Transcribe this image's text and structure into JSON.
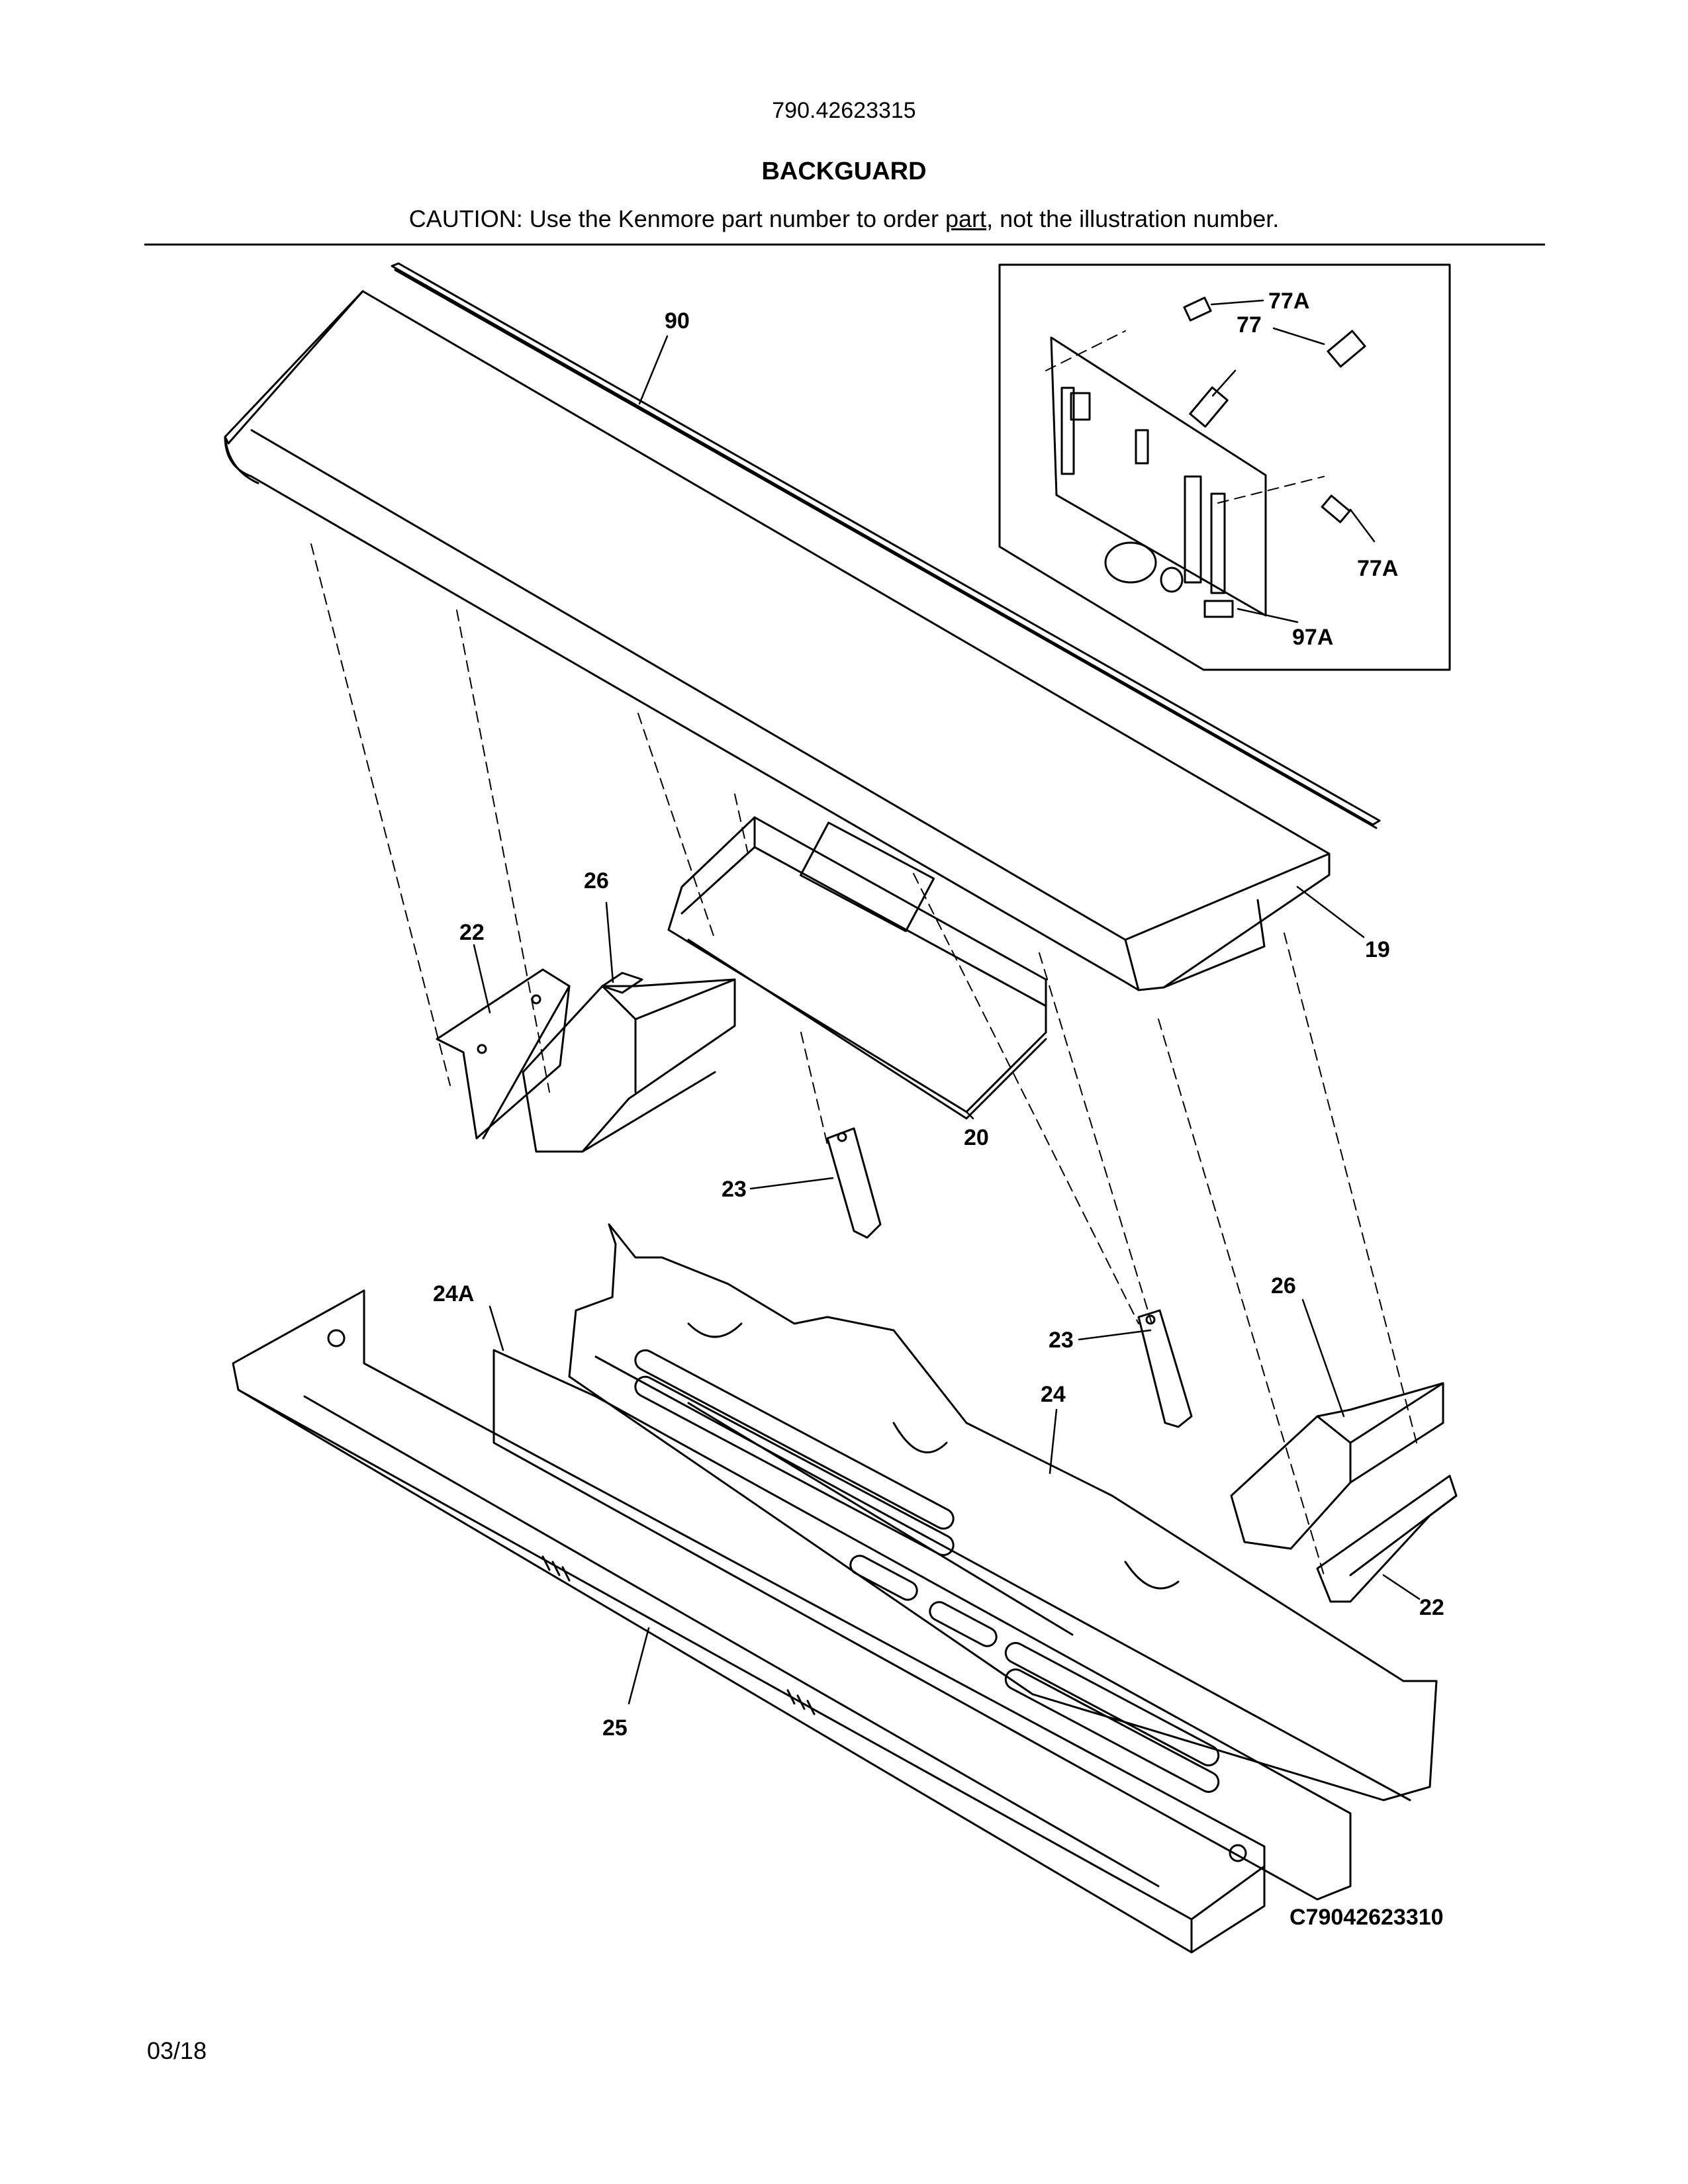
{
  "header": {
    "model_number": "790.42623315",
    "title": "BACKGUARD",
    "caution_prefix": "CAUTION: Use the Kenmore part number to order ",
    "caution_underlined": "part",
    "caution_suffix": ", not the illustration number."
  },
  "callouts": {
    "c90": "90",
    "c77A_top": "77A",
    "c77": "77",
    "c77A_bottom": "77A",
    "c97A": "97A",
    "c26_left": "26",
    "c22_left": "22",
    "c19": "19",
    "c20": "20",
    "c23_left": "23",
    "c24A": "24A",
    "c23_right": "23",
    "c24": "24",
    "c26_right": "26",
    "c22_right": "22",
    "c25": "25"
  },
  "diagram_code": "C79042623310",
  "footer": {
    "date": "03/18"
  }
}
